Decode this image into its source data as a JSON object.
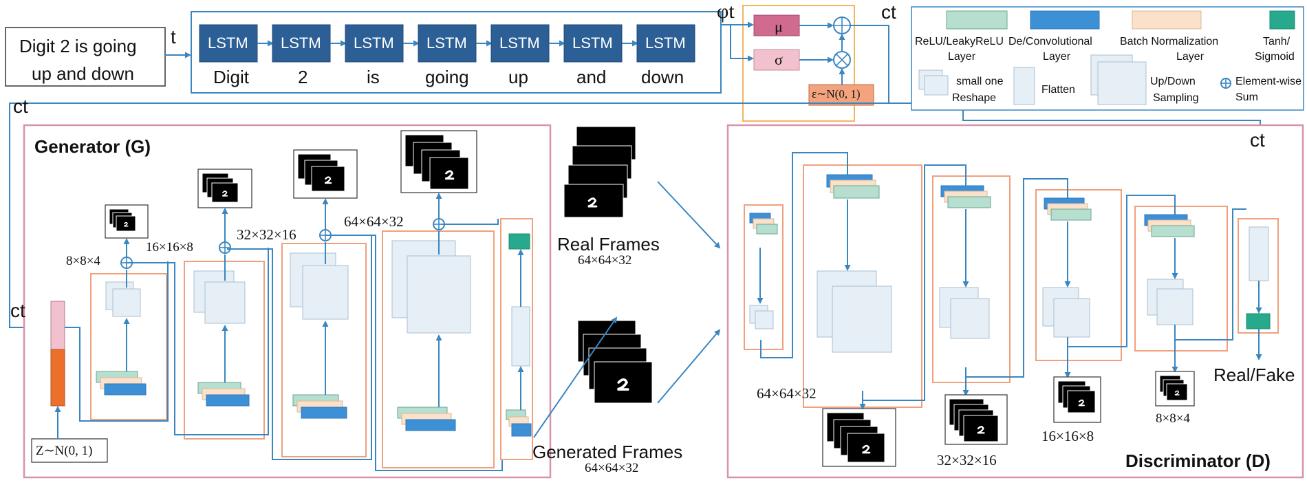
{
  "input_text": {
    "line1": "Digit 2 is going",
    "line2": "up and down"
  },
  "t_label": "t",
  "lstm_block_label": "LSTM",
  "words": [
    "Digit",
    "2",
    "is",
    "going",
    "up",
    "and",
    "down"
  ],
  "phi_label": "φt",
  "mu_label": "μ",
  "sigma_label": "σ",
  "epsilon_label": "ε∼N(0, 1)",
  "ct_label": "ct",
  "legend": {
    "relu": [
      "ReLU/LeakyReLU",
      "Layer"
    ],
    "deconv": [
      "De/Convolutional",
      "Layer"
    ],
    "batchnorm": [
      "Batch Normalization",
      "Layer"
    ],
    "tanh": [
      "Tanh/",
      "Sigmoid"
    ],
    "reshape": [
      "small one",
      "Reshape"
    ],
    "flatten": "Flatten",
    "updown": [
      "Up/Down",
      "Sampling"
    ],
    "sum": [
      "Element-wise",
      "Sum"
    ]
  },
  "generator": {
    "title": "Generator (G)",
    "z_label": "Z∼N(0, 1)",
    "dims": [
      "8×8×4",
      "16×16×8",
      "32×32×16",
      "64×64×32"
    ]
  },
  "real_frames": {
    "label": "Real Frames",
    "dim": "64×64×32"
  },
  "generated_frames": {
    "label": "Generated Frames",
    "dim": "64×64×32"
  },
  "discriminator": {
    "title": "Discriminator (D)",
    "dims": [
      "64×64×32",
      "32×32×16",
      "16×16×8",
      "8×8×4"
    ],
    "output": "Real/Fake"
  },
  "colors": {
    "lstm": "#2b5f95",
    "line": "#3a86c0",
    "relu": "#b7dfd0",
    "deconv": "#3d8fd6",
    "batchnorm": "#fbe1ca",
    "tanh": "#26a98c",
    "reshape": "#e6eff6",
    "mu": "#d06a8e",
    "sigma": "#f2c1ce",
    "epsilon": "#f3a47e",
    "orange_box": "#f0a07c",
    "pink_box": "#d993a8",
    "z_bottom": "#ec6f2c"
  }
}
